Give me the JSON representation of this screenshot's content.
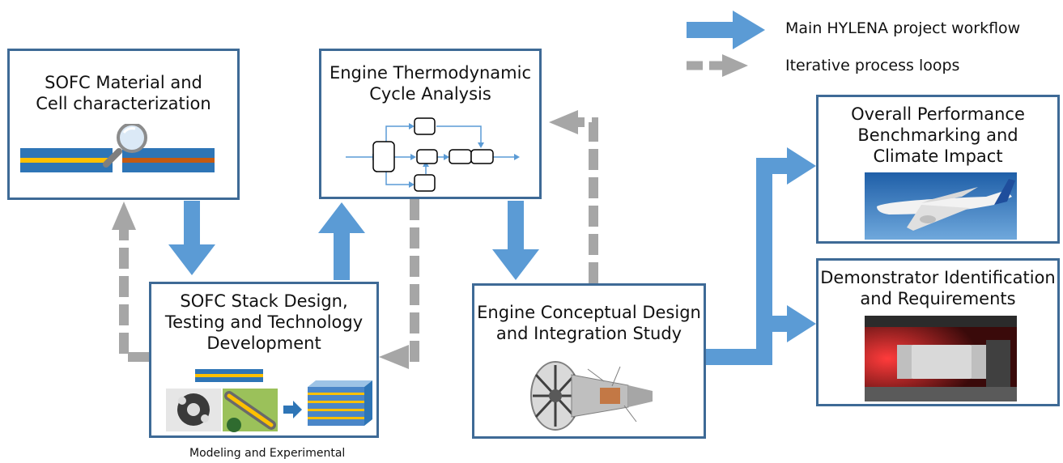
{
  "legend": {
    "main_label": "Main HYLENA project workflow",
    "iterative_label": "Iterative process loops"
  },
  "colors": {
    "main_arrow": "#5b9bd5",
    "iterative_arrow": "#a6a6a6",
    "box_border": "#3e6a96",
    "cell_blue": "#2e75b6",
    "cell_yellow": "#ffc000",
    "cell_orange": "#c55a11"
  },
  "boxes": {
    "sofc_material": {
      "title": "SOFC Material and\nCell characterization"
    },
    "thermo_cycle": {
      "title": "Engine Thermodynamic\nCycle Analysis"
    },
    "stack_design": {
      "title": "SOFC Stack Design,\nTesting and Technology\nDevelopment"
    },
    "engine_design": {
      "title": "Engine Conceptual Design\nand Integration Study"
    },
    "benchmarking": {
      "title": "Overall Performance\nBenchmarking and\nClimate Impact"
    },
    "demonstrator": {
      "title": "Demonstrator Identification\nand Requirements"
    }
  },
  "caption": "Modeling and Experimental",
  "icons": {
    "magnifier": "magnifier-icon",
    "airplane": "airplane-photo",
    "engine": "turbofan-engine-cutaway",
    "test_rig": "test-rig-photo"
  }
}
